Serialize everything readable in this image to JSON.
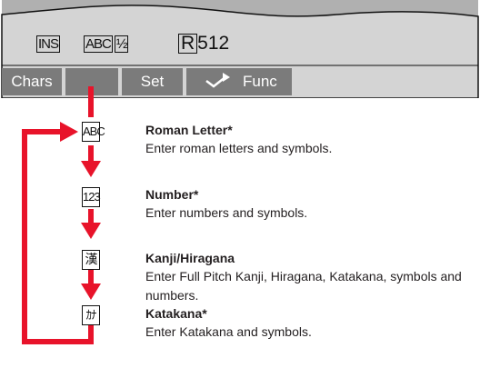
{
  "screen": {
    "indicators": {
      "ins": "INS",
      "abc": "ABC",
      "half": "½",
      "r": "R",
      "count": "512"
    },
    "softkeys": {
      "chars": "Chars",
      "set": "Set",
      "func": "Func"
    }
  },
  "modes": [
    {
      "icon": "ABC",
      "title": "Roman Letter*",
      "desc": "Enter roman letters and symbols."
    },
    {
      "icon": "123",
      "title": "Number*",
      "desc": "Enter numbers and symbols."
    },
    {
      "icon": "漢",
      "title": "Kanji/Hiragana",
      "desc": "Enter Full Pitch Kanji, Hiragana, Katakana, symbols and numbers."
    },
    {
      "icon": "ｶﾅ",
      "title": "Katakana*",
      "desc": "Enter Katakana and symbols."
    }
  ],
  "colors": {
    "accent": "#e8132a",
    "softkey": "#7b7b7b",
    "screen": "#d4d4d4"
  }
}
